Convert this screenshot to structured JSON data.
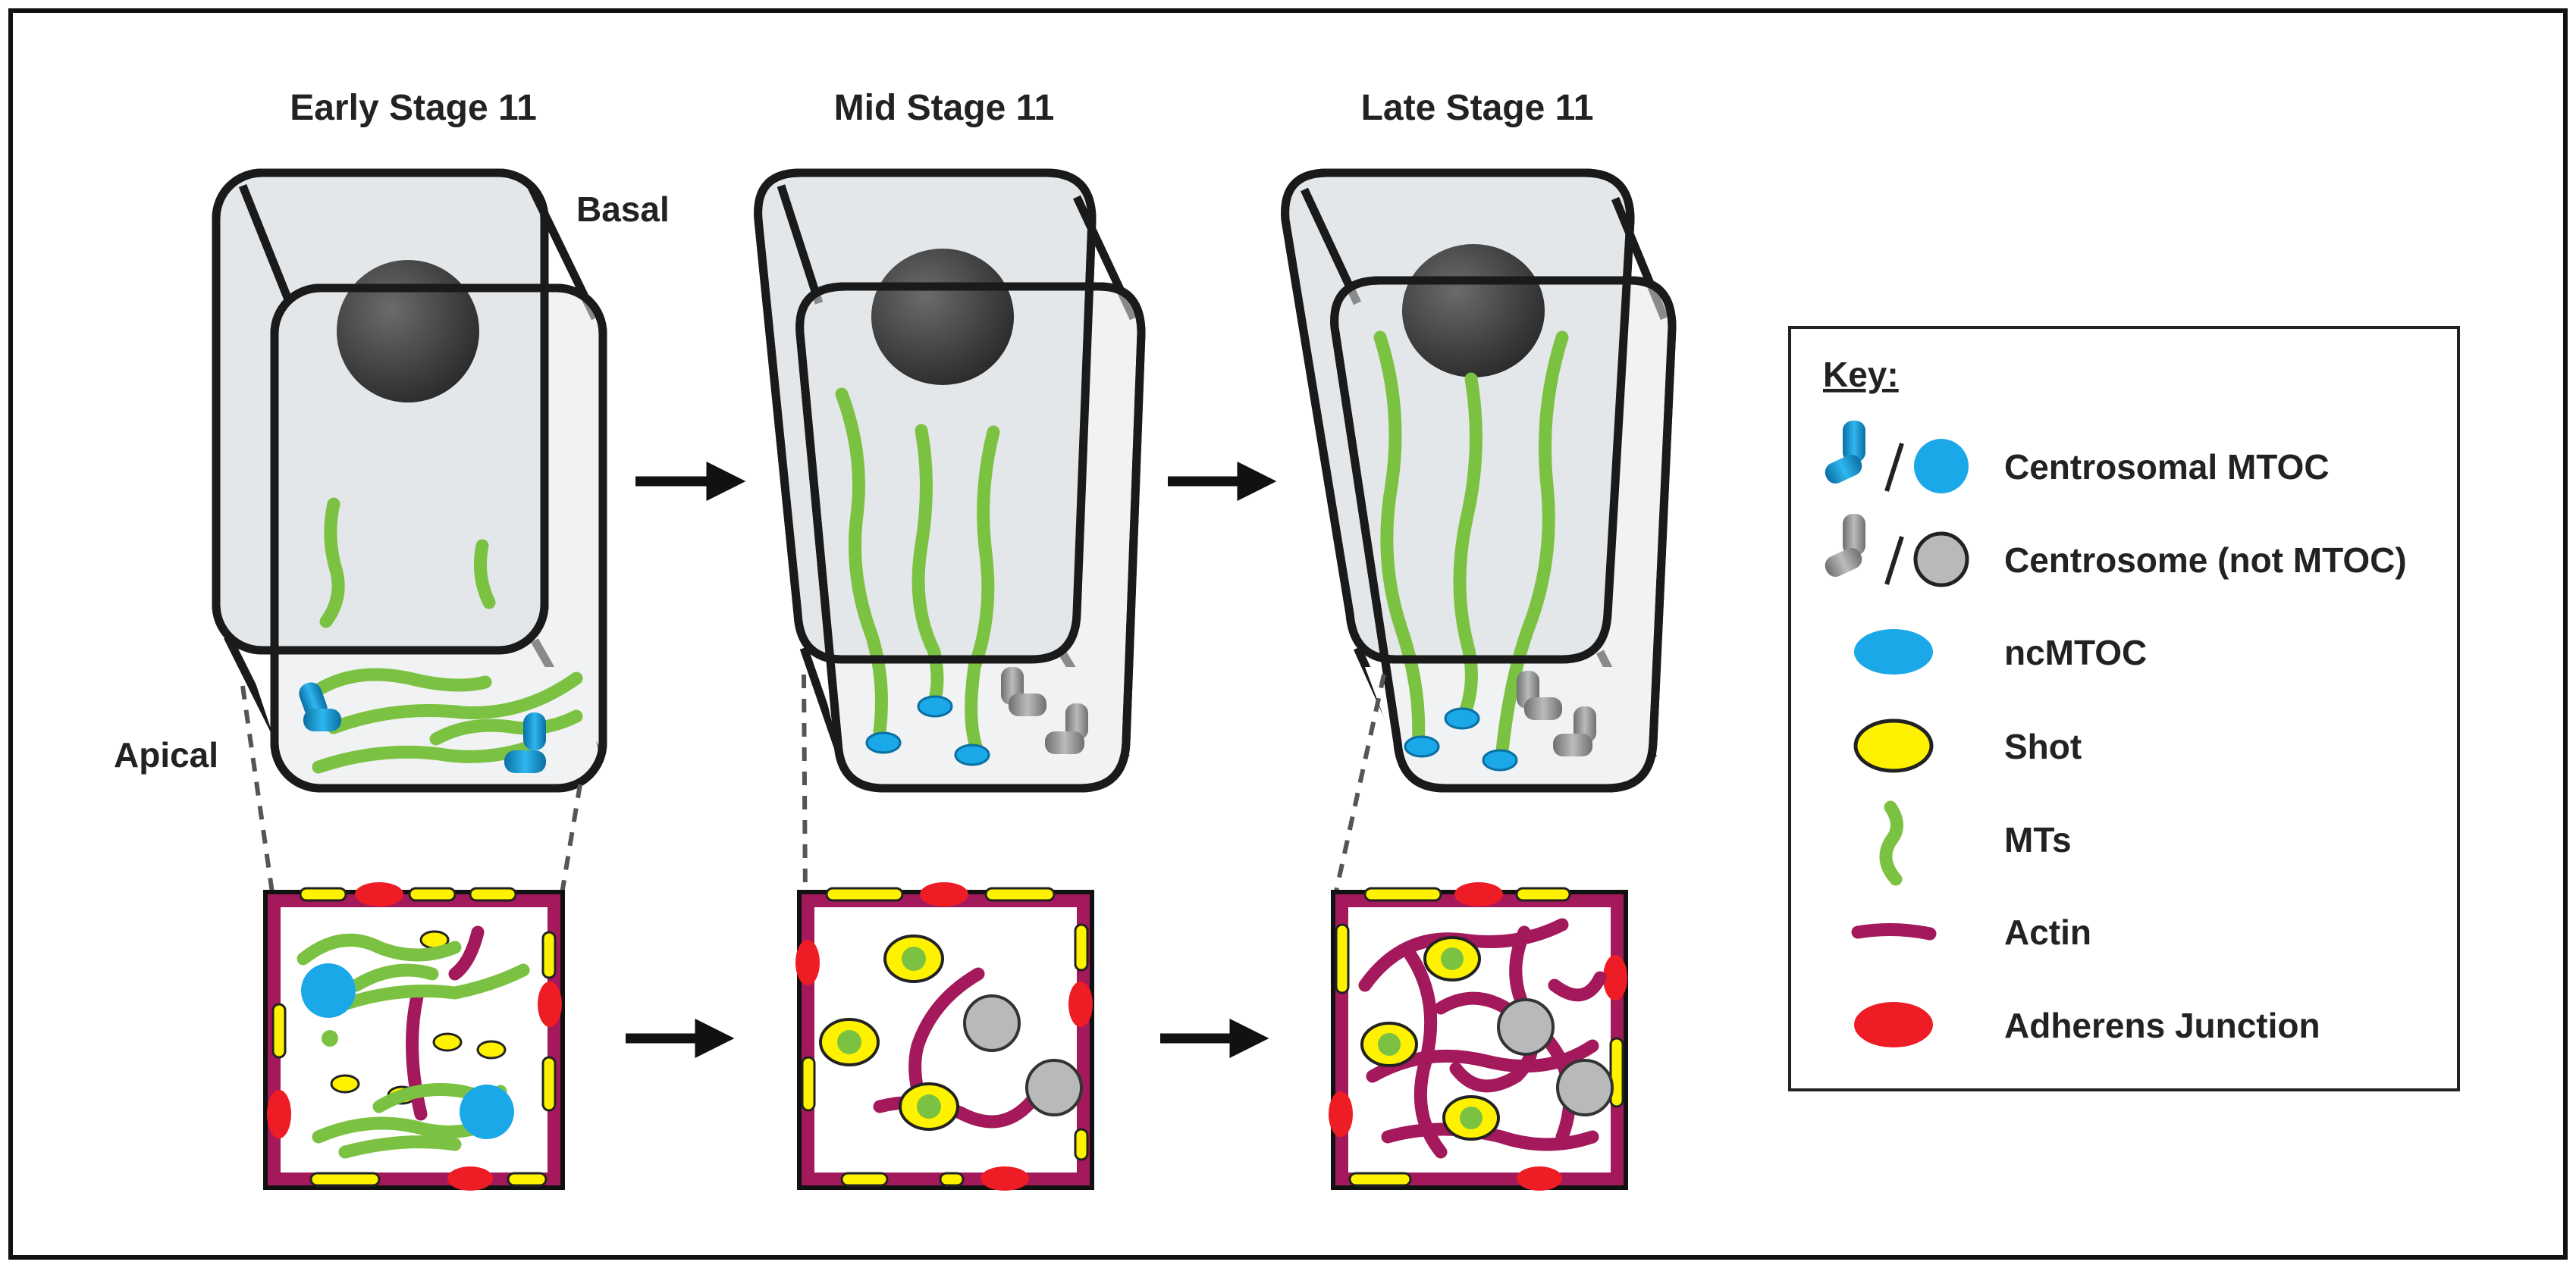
{
  "stages": [
    {
      "title": "Early Stage 11"
    },
    {
      "title": "Mid Stage 11"
    },
    {
      "title": "Late Stage 11"
    }
  ],
  "labels": {
    "basal": "Basal",
    "apical": "Apical"
  },
  "key": {
    "title": "Key:",
    "items": [
      {
        "label": "Centrosomal MTOC",
        "icon": "centrosomal-mtoc-icon",
        "color": "#1ba8e8"
      },
      {
        "label": "Centrosome (not MTOC)",
        "icon": "centrosome-icon",
        "color": "#b7b9bb"
      },
      {
        "label": "ncMTOC",
        "icon": "ncmtoc-icon",
        "color": "#1ba8e8"
      },
      {
        "label": "Shot",
        "icon": "shot-icon",
        "color": "#fff200"
      },
      {
        "label": "MTs",
        "icon": "mt-icon",
        "color": "#7cc242"
      },
      {
        "label": "Actin",
        "icon": "actin-icon",
        "color": "#a3195b"
      },
      {
        "label": "Adherens Junction",
        "icon": "adherens-junction-icon",
        "color": "#ee1c24"
      }
    ]
  }
}
